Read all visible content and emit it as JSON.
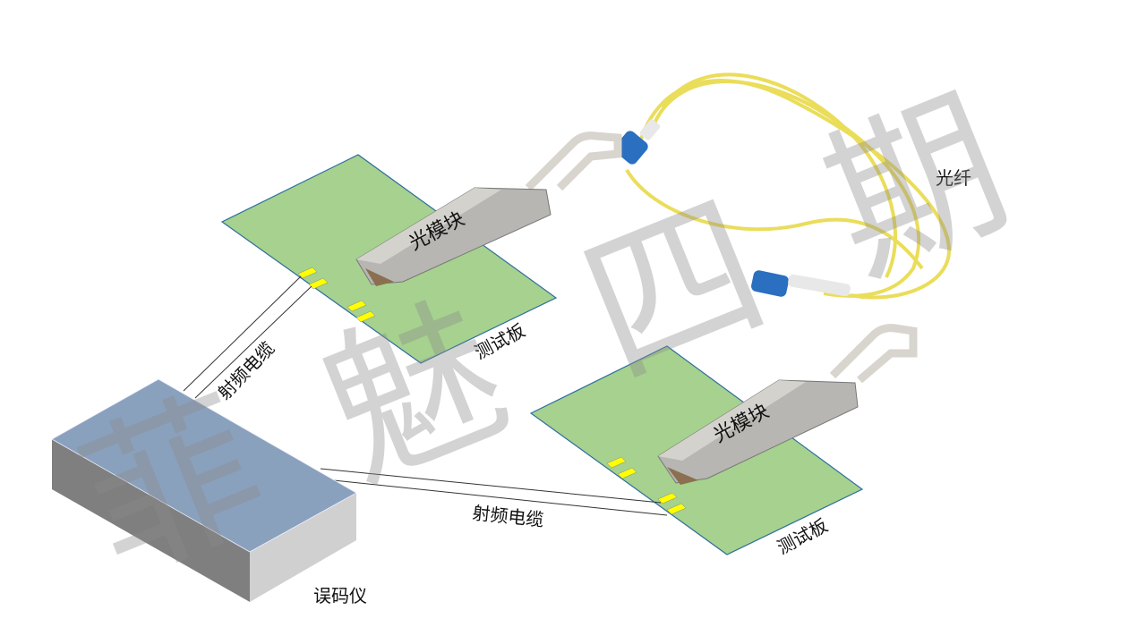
{
  "labels": {
    "optical_module_top": "光模块",
    "optical_module_bottom": "光模块",
    "test_board_top": "测试板",
    "test_board_bottom": "测试板",
    "rf_cable_top": "射频电缆",
    "rf_cable_bottom": "射频电缆",
    "fiber": "光纤",
    "bert": "误码仪"
  },
  "watermark": [
    "菲",
    "魅",
    "四",
    "期"
  ],
  "colors": {
    "board": "#a6d18e",
    "board_edge": "#2e6e9e",
    "pad": "#ffff00",
    "bert_top": "#8aa1bd",
    "bert_front": "#7f7f7f",
    "bert_side": "#d0d0d0",
    "fiber": "#f0e060",
    "connector": "#2a6fc0"
  }
}
